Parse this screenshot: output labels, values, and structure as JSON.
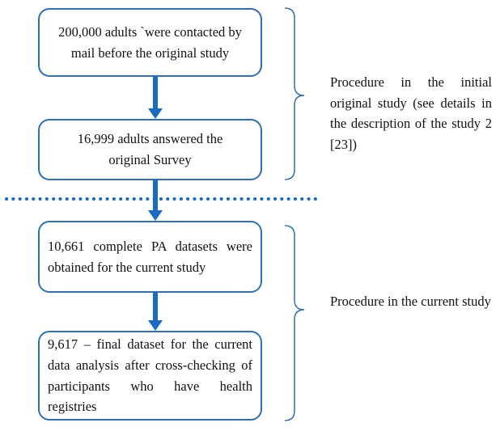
{
  "boxes": [
    {
      "id": "mail",
      "text": "200,000 adults `were contacted by mail before the original study"
    },
    {
      "id": "survey",
      "text": "16,999 adults answered the original Survey"
    },
    {
      "id": "pa",
      "text": "10,661 complete PA datasets were obtained for the current study"
    },
    {
      "id": "final",
      "text": "9,617 – final dataset for the current data analysis after cross-checking of participants who have health registries"
    }
  ],
  "annotations": {
    "initial": "Procedure in the initial original study (see details in the description of the study 2 [23])",
    "current": "Procedure in the current study"
  },
  "colors": {
    "accent": "#2f6fb7",
    "arrow": "#1a6cc2",
    "divider": "#1a6cc2",
    "text": "#111111"
  }
}
